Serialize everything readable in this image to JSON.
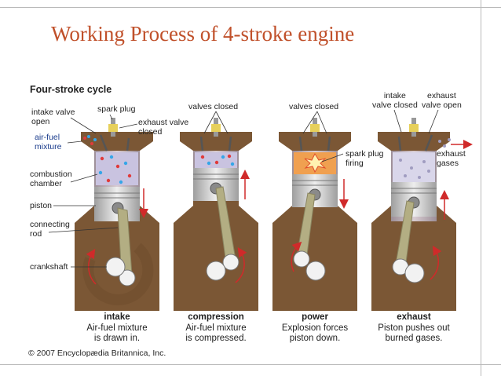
{
  "title": "Working Process of 4-stroke engine",
  "figure": {
    "heading": "Four-stroke cycle",
    "labels": {
      "intake_valve_open": "intake valve\nopen",
      "spark_plug": "spark plug",
      "exhaust_valve_closed": "exhaust valve\nclosed",
      "air_fuel_mixture": "air-fuel\nmixture",
      "combustion_chamber": "combustion\nchamber",
      "piston": "piston",
      "connecting_rod": "connecting\nrod",
      "crankshaft": "crankshaft",
      "valves_closed_compression": "valves closed",
      "valves_closed_power": "valves closed",
      "spark_plug_firing": "spark plug\nfiring",
      "intake_valve_closed": "intake\nvalve closed",
      "exhaust_valve_open": "exhaust\nvalve open",
      "exhaust_gases": "exhaust\ngases"
    },
    "strokes": [
      {
        "title": "intake",
        "desc": "Air-fuel mixture\nis drawn in."
      },
      {
        "title": "compression",
        "desc": "Air-fuel mixture\nis compressed."
      },
      {
        "title": "power",
        "desc": "Explosion forces\npiston down."
      },
      {
        "title": "exhaust",
        "desc": "Piston pushes out\nburned gases."
      }
    ],
    "copyright": "© 2007 Encyclopædia Britannica, Inc."
  },
  "colors": {
    "title": "#c0502a",
    "block": "#7b5735",
    "cylinder_wall": "#b5a7ad",
    "piston": "#c8c8c8",
    "rod": "#b3ae83",
    "arrow": "#d02a2a",
    "label_blue": "#1a3c8c"
  }
}
